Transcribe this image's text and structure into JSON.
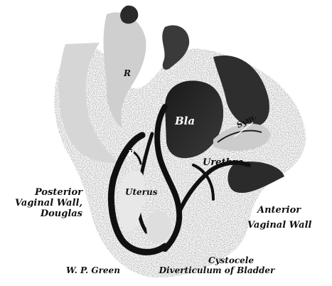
{
  "labels": {
    "bladder": "Bla",
    "symphysis": "Sym.",
    "urethra": "Urethra",
    "uterus": "Uterus",
    "rectum_p": "P",
    "rectum_r": "R",
    "posterior_line1": "Posterior",
    "posterior_line2": "Vaginal Wall,",
    "posterior_line3": "Douglas",
    "anterior_line1": "Anterior",
    "anterior_line2": "Vaginal Wall",
    "author": "W. P. Green",
    "cystocele_line1": "Cystocele",
    "cystocele_line2": "Diverticulum of Bladder"
  }
}
